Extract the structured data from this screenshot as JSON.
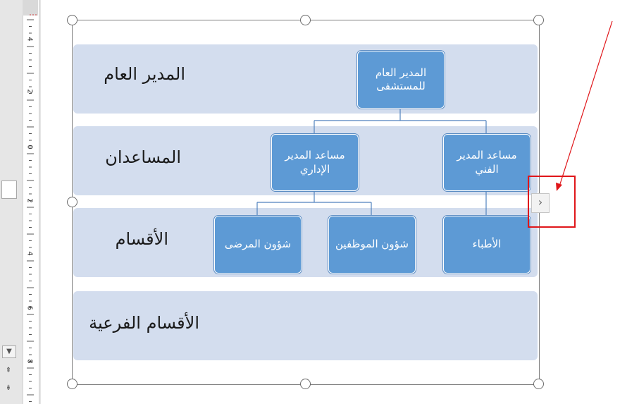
{
  "ruler": {
    "numbers": [
      "4",
      "2",
      "0",
      "2",
      "4",
      "6",
      "8"
    ]
  },
  "bands": {
    "band1": "المدير العام",
    "band2": "المساعدان",
    "band3": "الأقسام",
    "band4": "الأقسام الفرعية"
  },
  "boxes": {
    "general_manager": "المدير العام للمستشفى",
    "admin_assistant": "مساعد المدير الإداري",
    "technical_assistant": "مساعد المدير الفني",
    "patient_affairs": "شؤون المرضى",
    "staff_affairs": "شؤون الموظفين",
    "doctors": "الأطباء"
  },
  "text_pane_button": "›",
  "colors": {
    "band": "#d3ddee",
    "box": "#5d9ad5",
    "connector": "#4f81bd",
    "highlight": "#e0161a"
  }
}
